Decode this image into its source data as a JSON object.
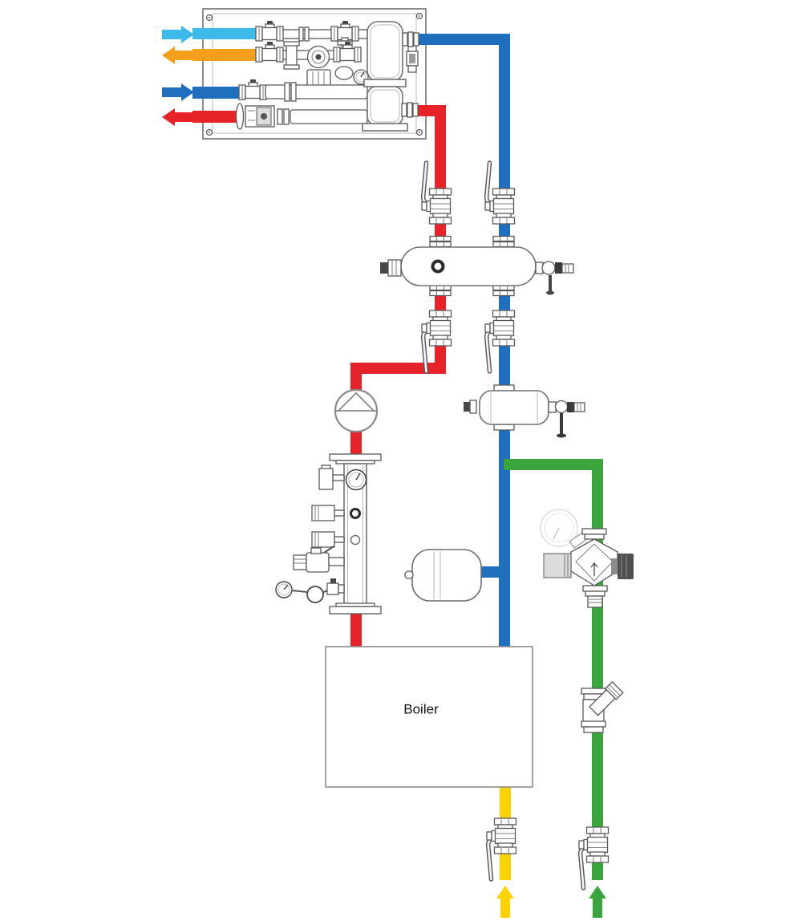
{
  "labels": {
    "boiler": "Boiler"
  },
  "colors": {
    "light_blue": "#3db9ea",
    "orange": "#f5a01d",
    "dark_blue": "#1f6fbe",
    "red": "#e52328",
    "green": "#3ba53d",
    "yellow": "#fbd304",
    "outline": "#58595b",
    "panel_line": "#6f7072",
    "light_line": "#b8b8b8"
  },
  "flows": [
    {
      "pipe": "light-blue",
      "arrow_direction": "right"
    },
    {
      "pipe": "orange",
      "arrow_direction": "left"
    },
    {
      "pipe": "dark-blue",
      "arrow_direction": "right"
    },
    {
      "pipe": "red",
      "arrow_direction": "left"
    },
    {
      "pipe": "yellow",
      "arrow_direction": "up"
    },
    {
      "pipe": "green",
      "arrow_direction": "up"
    }
  ],
  "components": [
    "wall-mounted-panel-unit",
    "plate-heat-exchanger",
    "panel-pump",
    "ball-valve",
    "union-coupling",
    "hydraulic-separator",
    "circulation-pump",
    "boiler-manifold-group",
    "pressure-gauge",
    "safety-valve",
    "temperature-sensor",
    "expansion-vessel",
    "air-dirt-separator",
    "pressure-reducing-valve",
    "y-strainer",
    "boiler"
  ]
}
